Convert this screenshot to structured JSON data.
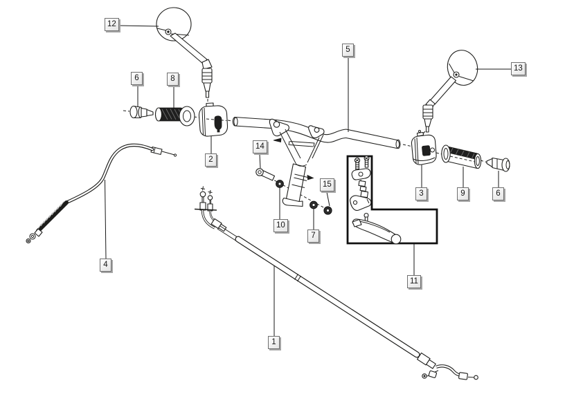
{
  "diagram": {
    "background": "#ffffff",
    "line_color": "#1d1d1b",
    "callout_style": {
      "background": "#f2f2f2",
      "border_color": "#6e6e6e",
      "shadow_color": "#a5a5a5",
      "text_color": "#141414"
    }
  },
  "callouts": [
    {
      "number": "12"
    },
    {
      "number": "5"
    },
    {
      "number": "13"
    },
    {
      "number": "6"
    },
    {
      "number": "8"
    },
    {
      "number": "2"
    },
    {
      "number": "14"
    },
    {
      "number": "15"
    },
    {
      "number": "10"
    },
    {
      "number": "7"
    },
    {
      "number": "3"
    },
    {
      "number": "9"
    },
    {
      "number": "6"
    },
    {
      "number": "4"
    },
    {
      "number": "11"
    },
    {
      "number": "1"
    }
  ]
}
